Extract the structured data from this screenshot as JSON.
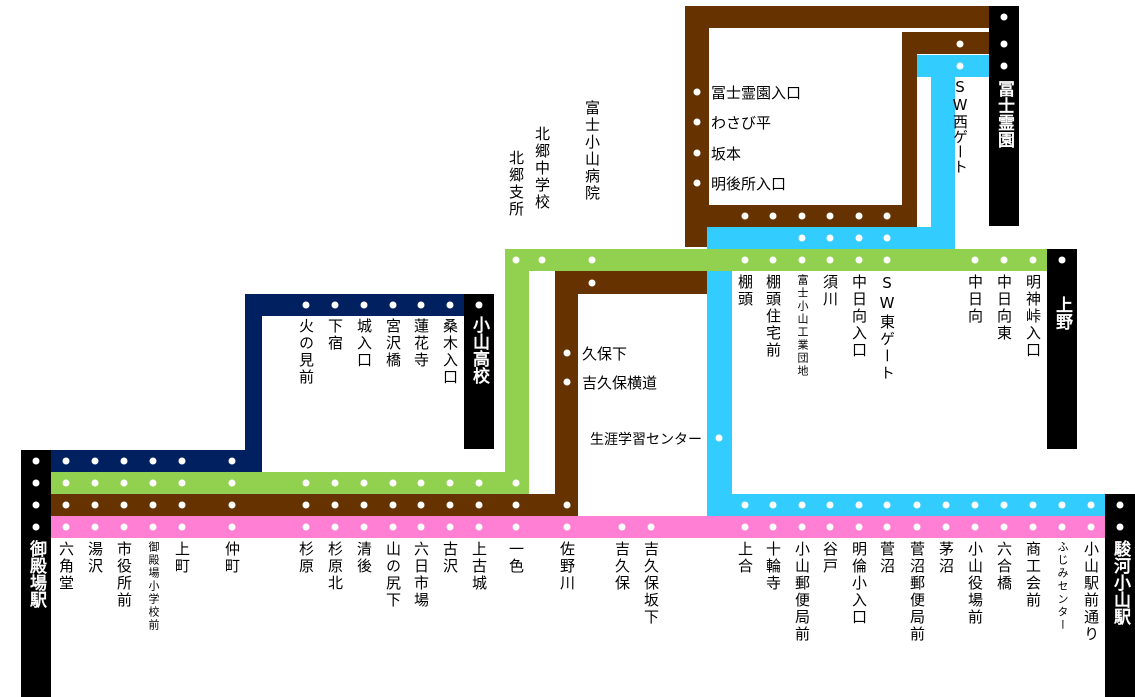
{
  "colors": {
    "brown": "#663300",
    "green": "#92d050",
    "blue": "#33ccff",
    "navy": "#002060",
    "pink": "#ff7fd5",
    "terminal": "#000000"
  },
  "terminals": {
    "gotemba": "御殿場駅",
    "oyama_koko": "小山高校",
    "fuji_reien": "冨士霊園",
    "ueno": "上野",
    "suruga_oyama": "駿河小山駅"
  },
  "stops_bottom": [
    "六角堂",
    "湯沢",
    "市役所前",
    "御殿場小学校前",
    "上町",
    "仲町",
    "杉原",
    "杉原北",
    "清後",
    "山の尻下",
    "六日市場",
    "古沢",
    "上古城",
    "一色",
    "佐野川",
    "吉久保",
    "吉久保坂下",
    "上合",
    "十輪寺",
    "小山郵便局前",
    "谷戸",
    "明倫小入口",
    "菅沼",
    "菅沼郵便局前",
    "茅沼",
    "小山役場前",
    "六合橋",
    "商工会前",
    "ふじみセンター",
    "小山駅前通り"
  ],
  "stops_navy": [
    "火の見前",
    "下宿",
    "城入口",
    "宮沢橋",
    "蓮花寺",
    "桑木入口"
  ],
  "stops_green_top": [
    "北郷支所",
    "北郷中学校",
    "富士小山病院"
  ],
  "stops_blue_upper": [
    "棚頭",
    "棚頭住宅前",
    "富士小山工業団地",
    "須川",
    "中日向入口",
    "SW東ゲート"
  ],
  "stops_green_right": [
    "中日向",
    "中日向東",
    "明神峠入口"
  ],
  "stops_blue_gate": [
    "SW西ゲート"
  ],
  "stops_brown_reien": [
    "冨士霊園入口",
    "わさび平",
    "坂本",
    "明後所入口"
  ],
  "stops_brown_mid": [
    "久保下",
    "吉久保横道"
  ],
  "stops_blue_mid": [
    "生涯学習センター"
  ]
}
